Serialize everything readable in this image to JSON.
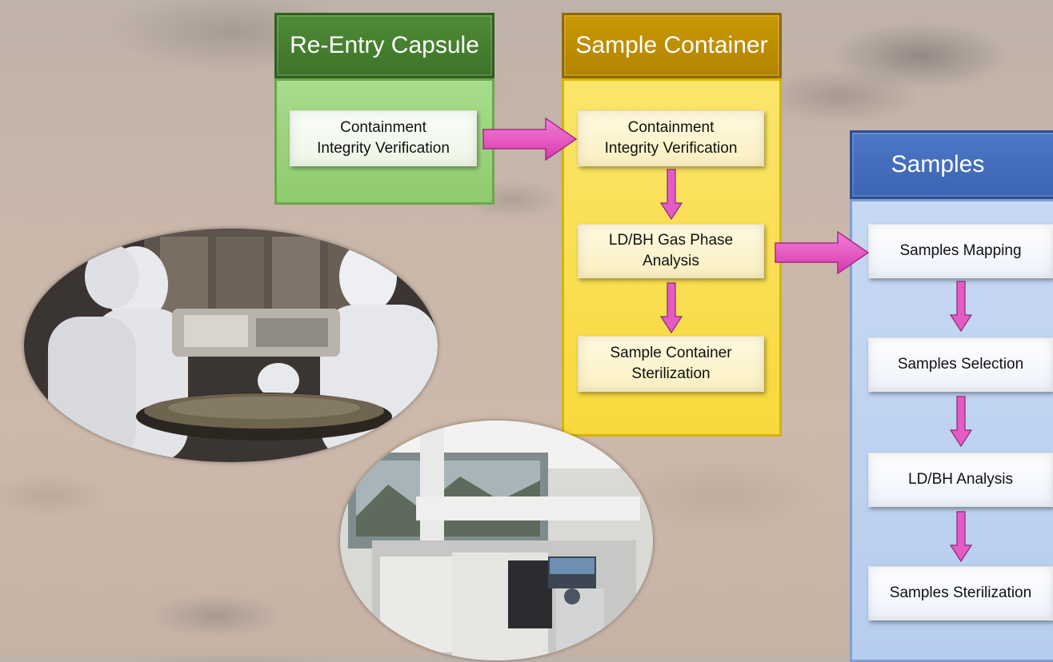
{
  "columns": {
    "reentry": {
      "title": "Re-Entry Capsule",
      "steps": [
        "Containment\nIntegrity Verification"
      ]
    },
    "container": {
      "title": "Sample Container",
      "steps": [
        "Containment\nIntegrity Verification",
        "LD/BH Gas Phase\nAnalysis",
        "Sample Container\nSterilization"
      ]
    },
    "samples": {
      "title": "Samples",
      "steps": [
        "Samples Mapping",
        "Samples Selection",
        "LD/BH Analysis",
        "Samples Sterilization"
      ]
    }
  },
  "photos": {
    "cleanroom": {
      "description_icon": "cleanroom-technicians-photo"
    },
    "lab": {
      "description_icon": "lab-instrument-photo"
    }
  },
  "colors": {
    "reentry_header": "#3d7329",
    "reentry_body": "#9bd47c",
    "container_header": "#b38400",
    "container_body": "#f7d93c",
    "samples_header": "#3b64b2",
    "samples_body": "#bdd1f0",
    "arrow_pink": "#e94fc1"
  }
}
